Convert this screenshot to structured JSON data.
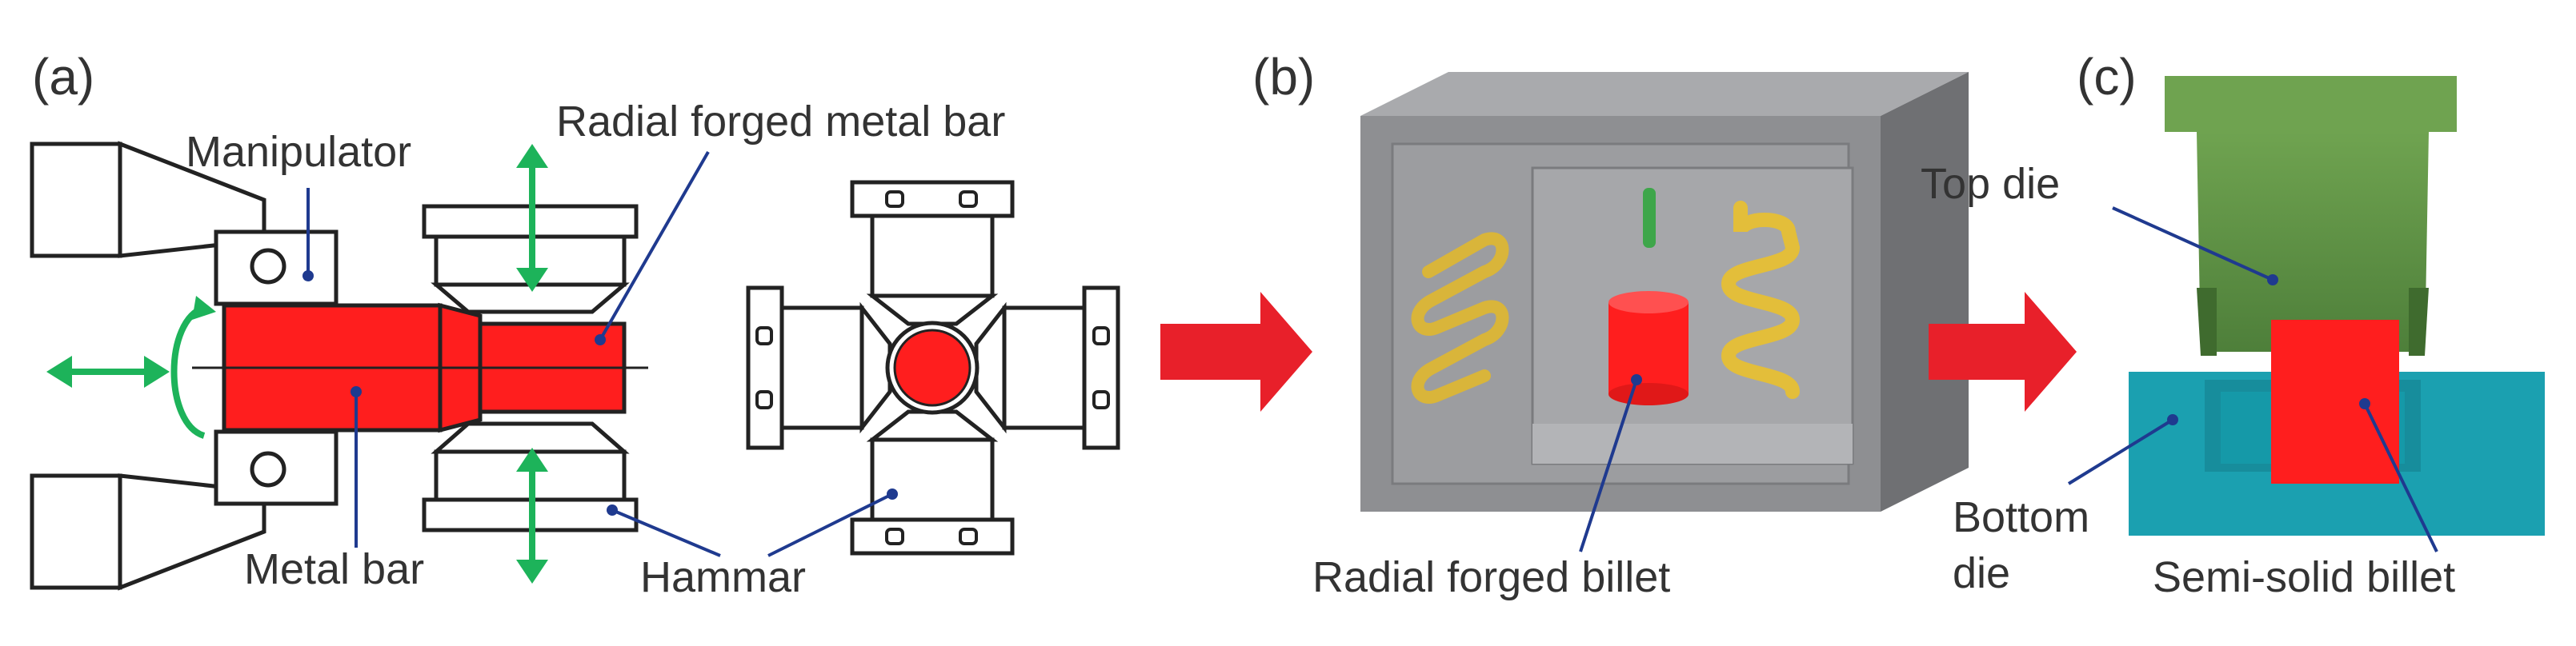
{
  "panels": {
    "a": {
      "letter": "(a)",
      "labels": {
        "manipulator": "Manipulator",
        "radial_forged_metal_bar": "Radial forged metal bar",
        "metal_bar": "Metal bar",
        "hammar": "Hammar"
      }
    },
    "b": {
      "letter": "(b)",
      "labels": {
        "radial_forged_billet": "Radial  forged billet"
      }
    },
    "c": {
      "letter": "(c)",
      "labels": {
        "top_die": "Top  die",
        "bottom_die_line1": "Bottom",
        "bottom_die_line2": "die",
        "semi_solid_billet": "Semi-solid billet"
      }
    }
  },
  "colors": {
    "billet_red": "#ff1e1e",
    "arrow_red": "#e8202a",
    "motion_green": "#1db35a",
    "leader_blue": "#1f3a8f",
    "top_die_green": "#5a8f43",
    "bottom_die_teal": "#1ba0b0",
    "heater_gold": "#d9b53a",
    "furnace_gray": "#8e8f92"
  }
}
